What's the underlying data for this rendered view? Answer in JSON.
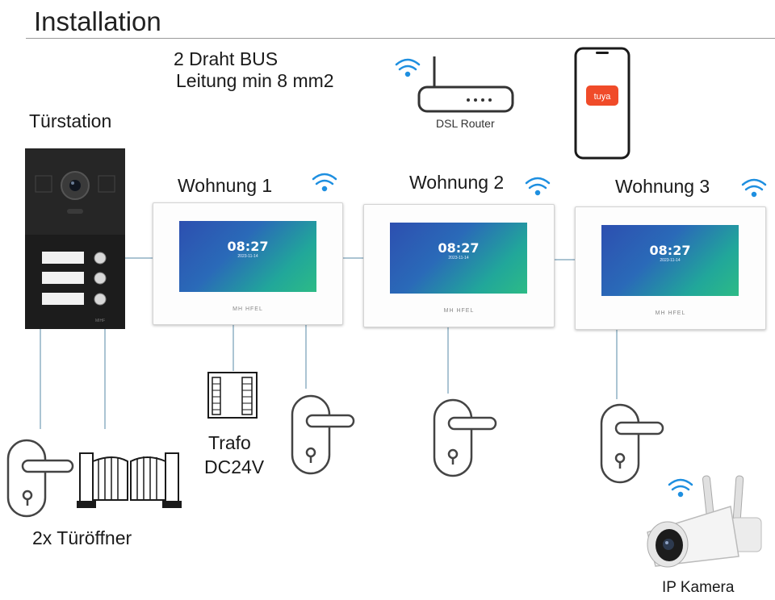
{
  "header": {
    "title": "Installation"
  },
  "bus": {
    "line1": "2 Draht BUS",
    "line2": "Leitung min 8 mm2"
  },
  "router": {
    "label": "DSL Router"
  },
  "phone": {
    "app_badge": "tuya"
  },
  "door_station": {
    "label": "Türstation",
    "brand": "MIHF"
  },
  "apartments": [
    {
      "label": "Wohnung 1",
      "time": "08:27",
      "date": "2023-11-14",
      "brand": "MH HFEL"
    },
    {
      "label": "Wohnung 2",
      "time": "08:27",
      "date": "2023-11-14",
      "brand": "MH HFEL"
    },
    {
      "label": "Wohnung 3",
      "time": "08:27",
      "date": "2023-11-14",
      "brand": "MH HFEL"
    }
  ],
  "transformer": {
    "line1": "Trafo",
    "line2": "DC24V"
  },
  "door_openers": {
    "label": "2x Türöffner"
  },
  "camera": {
    "label": "IP Kamera"
  },
  "colors": {
    "wifi": "#1e8fe0",
    "wire": "#8fb0c4",
    "panel": "#1c1c1c"
  }
}
